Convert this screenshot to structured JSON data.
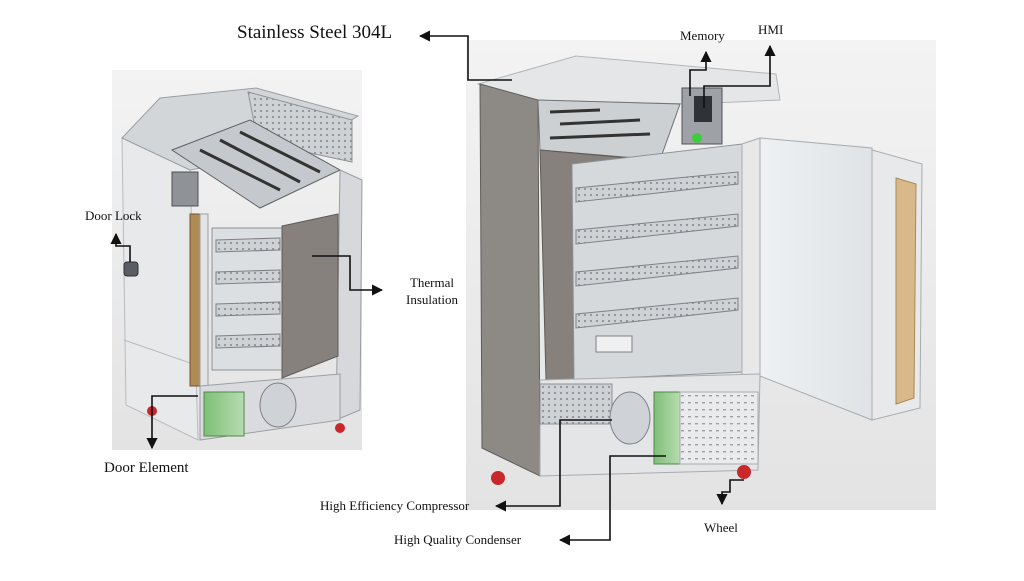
{
  "labels": {
    "stainless_steel": "Stainless Steel 304L",
    "memory": "Memory",
    "hmi": "HMI",
    "door_lock": "Door Lock",
    "thermal_insulation_line1": "Thermal",
    "thermal_insulation_line2": "Insulation",
    "door_element": "Door Element",
    "high_efficiency_compressor": "High Efficiency Compressor",
    "high_quality_condenser": "High Quality Condenser",
    "wheel": "Wheel"
  },
  "colors": {
    "steel_light": "#e6e8ea",
    "steel_mid": "#c9ccd0",
    "steel_dark": "#8d8a86",
    "insulation_panel": "#86817c",
    "condenser_green": "#9fcf98",
    "door_pad": "#d9b98a",
    "wheel_red": "#c8282b",
    "led_green": "#3ccd3c",
    "line": "#111111"
  }
}
